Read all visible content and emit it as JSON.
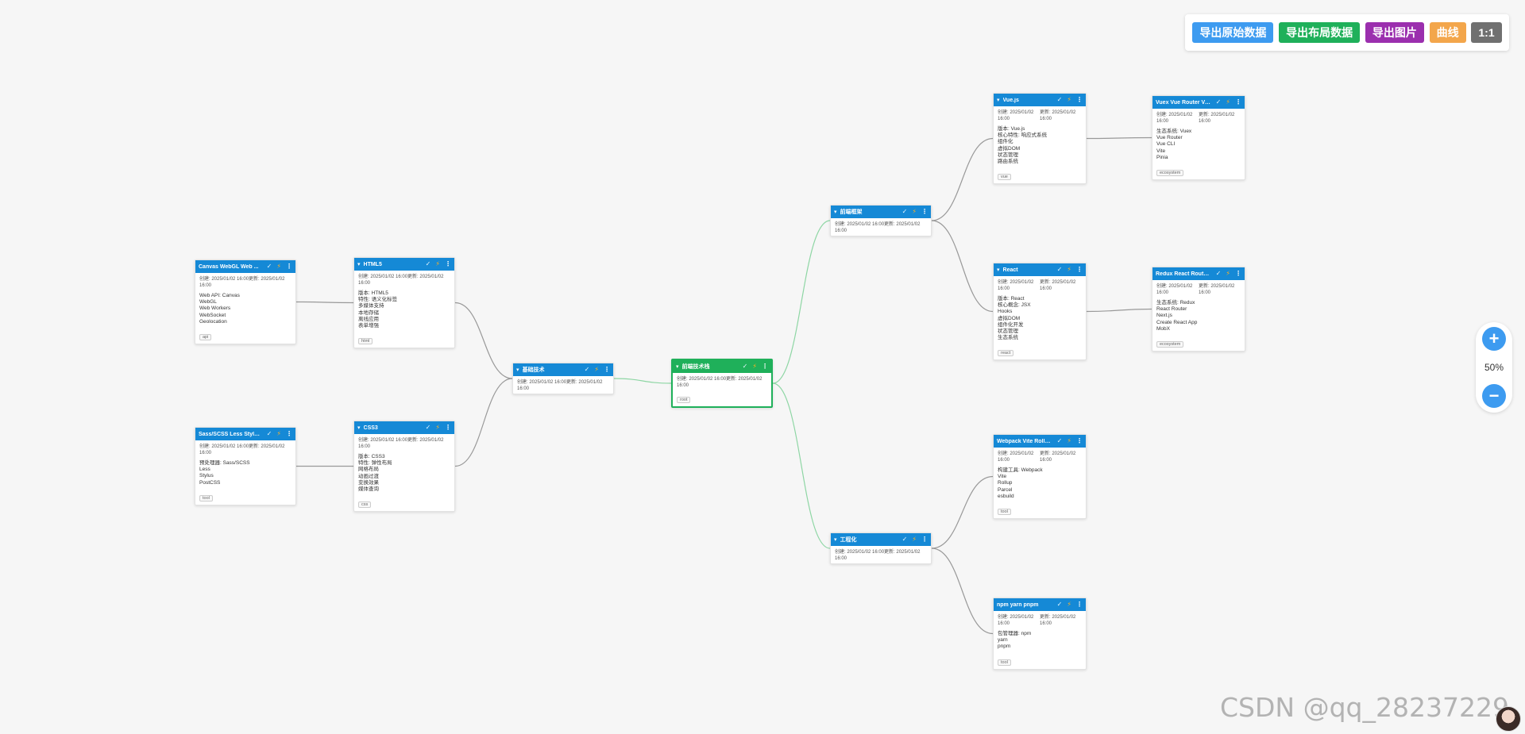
{
  "toolbar": {
    "buttons": [
      {
        "label": "导出原始数据",
        "color": "#3d9bf0"
      },
      {
        "label": "导出布局数据",
        "color": "#1fb05a"
      },
      {
        "label": "导出图片",
        "color": "#9b2fae"
      },
      {
        "label": "曲线",
        "color": "#f3a64b"
      },
      {
        "label": "1:1",
        "color": "#707070"
      }
    ]
  },
  "zoom": {
    "plus": "+",
    "level": "50%",
    "minus": "−"
  },
  "watermark": "CSDN @qq_28237229",
  "icons": {
    "check": "✓",
    "flame": "⚡",
    "more": "⋮",
    "collapse": "▾"
  },
  "nodes": [
    {
      "id": "root",
      "title": "前端技术栈",
      "collapse": true,
      "meta": "创建: 2025/01/02 16:00更新: 2025/01/02 16:00",
      "body": "",
      "tag": "root",
      "root": true
    },
    {
      "id": "basic",
      "title": "基础技术",
      "collapse": true,
      "meta": "创建: 2025/01/02 16:00更新: 2025/01/02 16:00",
      "body": ""
    },
    {
      "id": "html5",
      "title": "HTML5",
      "collapse": true,
      "meta": "创建: 2025/01/02 16:00更新: 2025/01/02 16:00",
      "body": "版本: HTML5\n特性: 语义化标签\n多媒体支持\n本地存储\n离线应用\n表单增强",
      "tag": "html"
    },
    {
      "id": "css3",
      "title": "CSS3",
      "collapse": true,
      "meta": "创建: 2025/01/02 16:00更新: 2025/01/02 16:00",
      "body": "版本: CSS3\n特性: 弹性布局\n网格布局\n动画过渡\n变换效果\n媒体查询",
      "tag": "css"
    },
    {
      "id": "canvas",
      "title": "Canvas WebGL Web ...",
      "collapse": false,
      "meta": "创建: 2025/01/02 16:00更新: 2025/01/02 16:00",
      "body": "Web API: Canvas\nWebGL\nWeb Workers\nWebSocket\nGeolocation",
      "tag": "api"
    },
    {
      "id": "sass",
      "title": "Sass/SCSS Less Stylu...",
      "collapse": false,
      "meta": "创建: 2025/01/02 16:00更新: 2025/01/02 16:00",
      "body": "预处理器: Sass/SCSS\nLess\nStylus\nPostCSS",
      "tag": "tool"
    },
    {
      "id": "framework",
      "title": "前端框架",
      "collapse": true,
      "meta": "创建: 2025/01/02 16:00更新: 2025/01/02 16:00",
      "body": ""
    },
    {
      "id": "engineering",
      "title": "工程化",
      "collapse": true,
      "meta": "创建: 2025/01/02 16:00更新: 2025/01/02 16:00",
      "body": ""
    },
    {
      "id": "vue",
      "title": "Vue.js",
      "collapse": true,
      "meta": [
        "创建: 2025/01/02 16:00",
        "更新: 2025/01/02 16:00"
      ],
      "body": "版本: Vue.js\n核心特性: 响应式系统\n组件化\n虚拟DOM\n状态管理\n路由系统",
      "tag": "vue"
    },
    {
      "id": "react",
      "title": "React",
      "collapse": true,
      "meta": [
        "创建: 2025/01/02 16:00",
        "更新: 2025/01/02 16:00"
      ],
      "body": "版本: React\n核心概念: JSX\nHooks\n虚拟DOM\n组件化开发\n状态管理\n生态系统",
      "tag": "react"
    },
    {
      "id": "vuex",
      "title": "Vuex Vue Router Vu...",
      "collapse": false,
      "meta": [
        "创建: 2025/01/02 16:00",
        "更新: 2025/01/02 16:00"
      ],
      "body": "生态系统: Vuex\nVue Router\nVue CLI\nVite\nPinia",
      "tag": "ecosystem"
    },
    {
      "id": "redux",
      "title": "Redux React Router ...",
      "collapse": false,
      "meta": [
        "创建: 2025/01/02 16:00",
        "更新: 2025/01/02 16:00"
      ],
      "body": "生态系统: Redux\nReact Router\nNext.js\nCreate React App\nMobX",
      "tag": "ecosystem"
    },
    {
      "id": "webpack",
      "title": "Webpack Vite Rollup...",
      "collapse": false,
      "meta": [
        "创建: 2025/01/02 16:00",
        "更新: 2025/01/02 16:00"
      ],
      "body": "构建工具: Webpack\nVite\nRollup\nParcel\nesbuild",
      "tag": "tool"
    },
    {
      "id": "npm",
      "title": "npm yarn pnpm",
      "collapse": false,
      "meta": [
        "创建: 2025/01/02 16:00",
        "更新: 2025/01/02 16:00"
      ],
      "body": "包管理器: npm\nyarn\npnpm",
      "tag": "tool"
    }
  ]
}
